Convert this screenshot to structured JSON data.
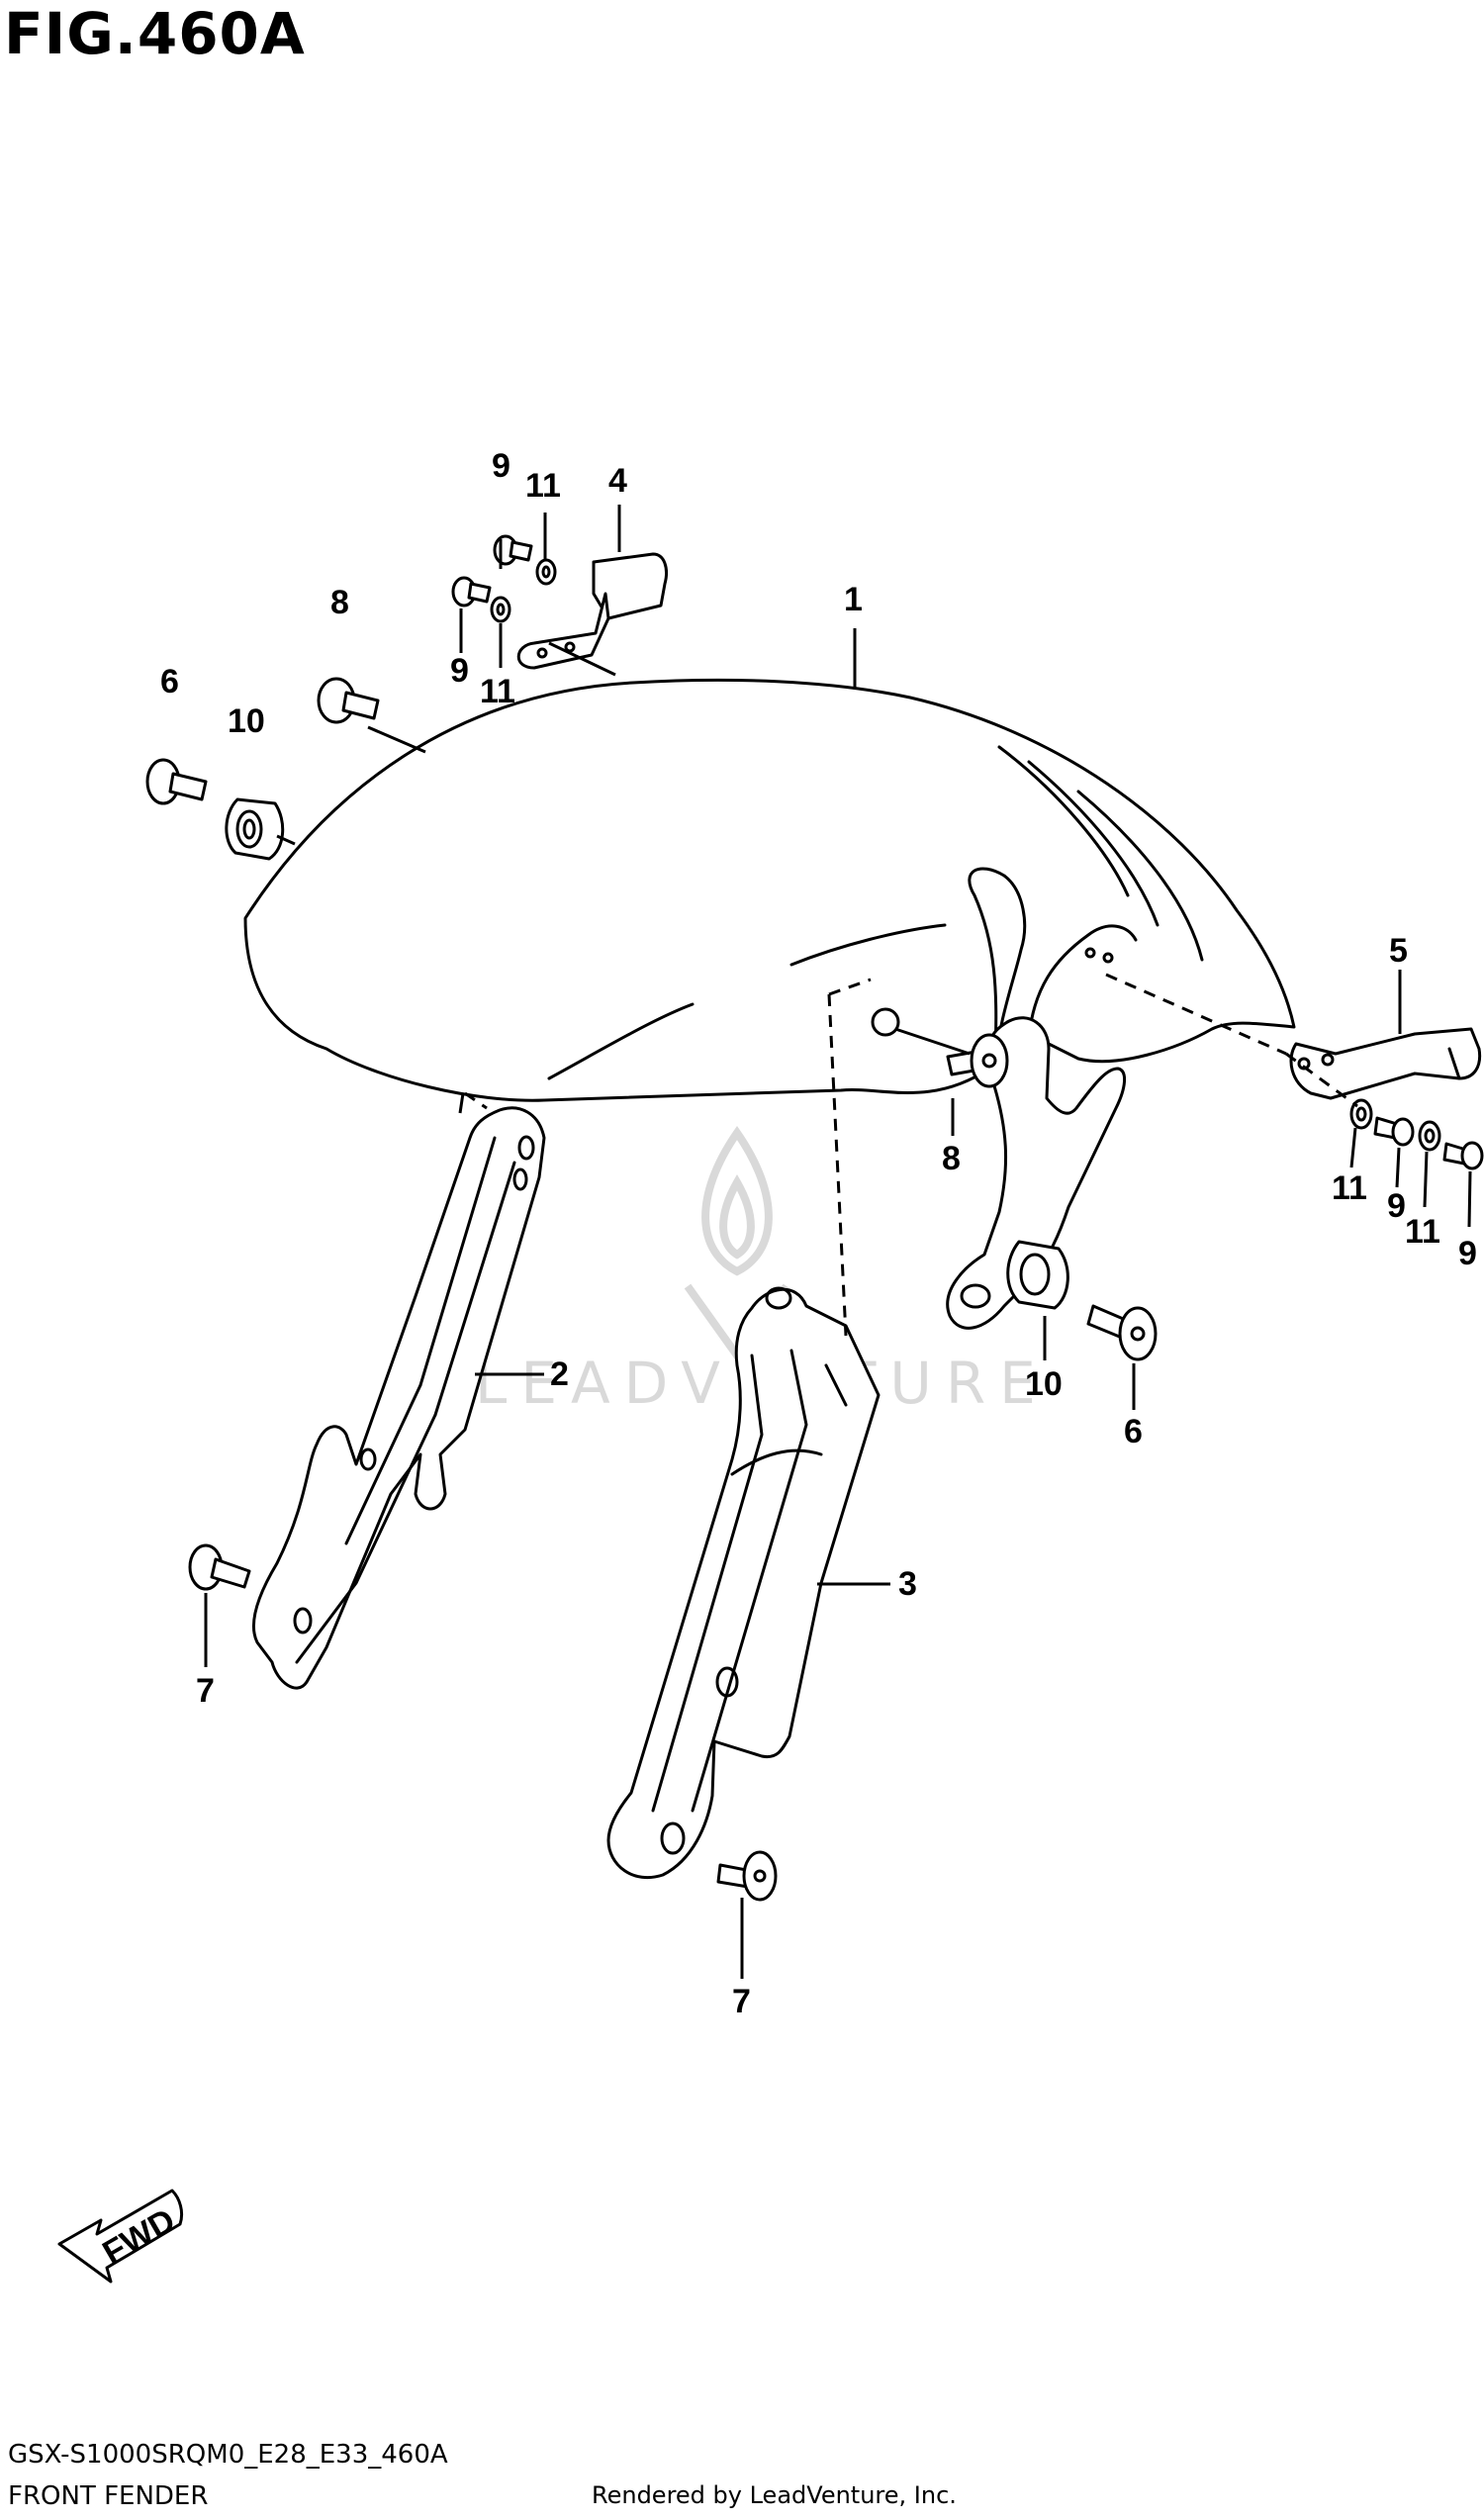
{
  "figure_title": "FIG.460A",
  "callouts": {
    "c1": "1",
    "c2": "2",
    "c3": "3",
    "c4": "4",
    "c5": "5",
    "c6a": "6",
    "c6b": "6",
    "c7a": "7",
    "c7b": "7",
    "c8a": "8",
    "c8b": "8",
    "c9a": "9",
    "c9b": "9",
    "c9c": "9",
    "c9d": "9",
    "c10a": "10",
    "c10b": "10",
    "c11a": "11",
    "c11b": "11",
    "c11c": "11",
    "c11d": "11"
  },
  "fwd_label": "FWD",
  "watermark": {
    "brand": "LEADVENTURE",
    "color": "#d9d9d9"
  },
  "footer": {
    "diagram_code": "GSX-S1000SRQM0_E28_E33_460A",
    "section_name": "FRONT FENDER",
    "rendered_by": "Rendered by LeadVenture, Inc."
  },
  "colors": {
    "line": "#000000",
    "background": "#ffffff"
  }
}
